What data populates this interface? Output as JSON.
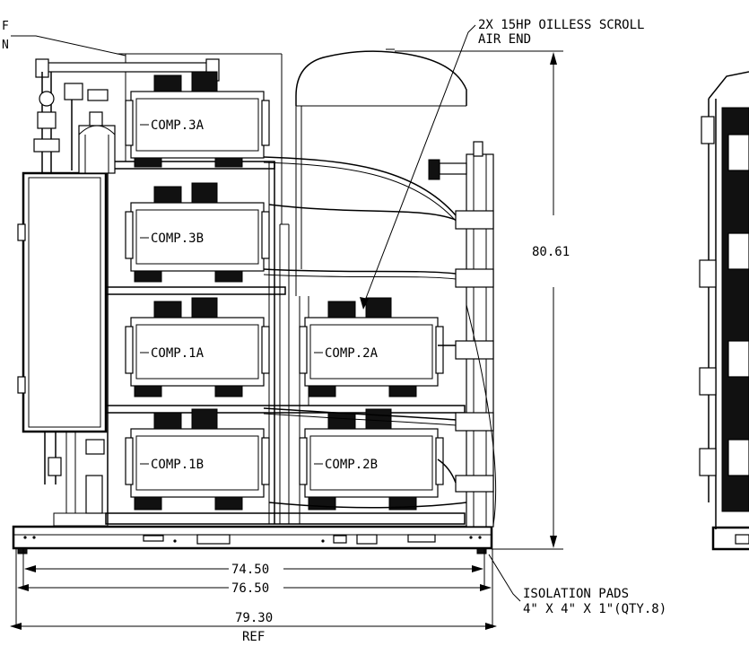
{
  "callouts": {
    "top_left_1": "F",
    "top_left_2": "N",
    "air_end_1": "2X 15HP OILLESS SCROLL",
    "air_end_2": "AIR END",
    "pads_1": "ISOLATION PADS",
    "pads_2": "4\" X 4\" X 1\"(QTY.8)"
  },
  "compressors": [
    {
      "label": "COMP.3A"
    },
    {
      "label": "COMP.3B"
    },
    {
      "label": "COMP.1A"
    },
    {
      "label": "COMP.2A"
    },
    {
      "label": "COMP.1B"
    },
    {
      "label": "COMP.2B"
    }
  ],
  "dimensions": {
    "height": "80.61",
    "width_inner": "74.50",
    "width_mid": "76.50",
    "width_outer": "79.30",
    "width_outer_note": "REF"
  }
}
